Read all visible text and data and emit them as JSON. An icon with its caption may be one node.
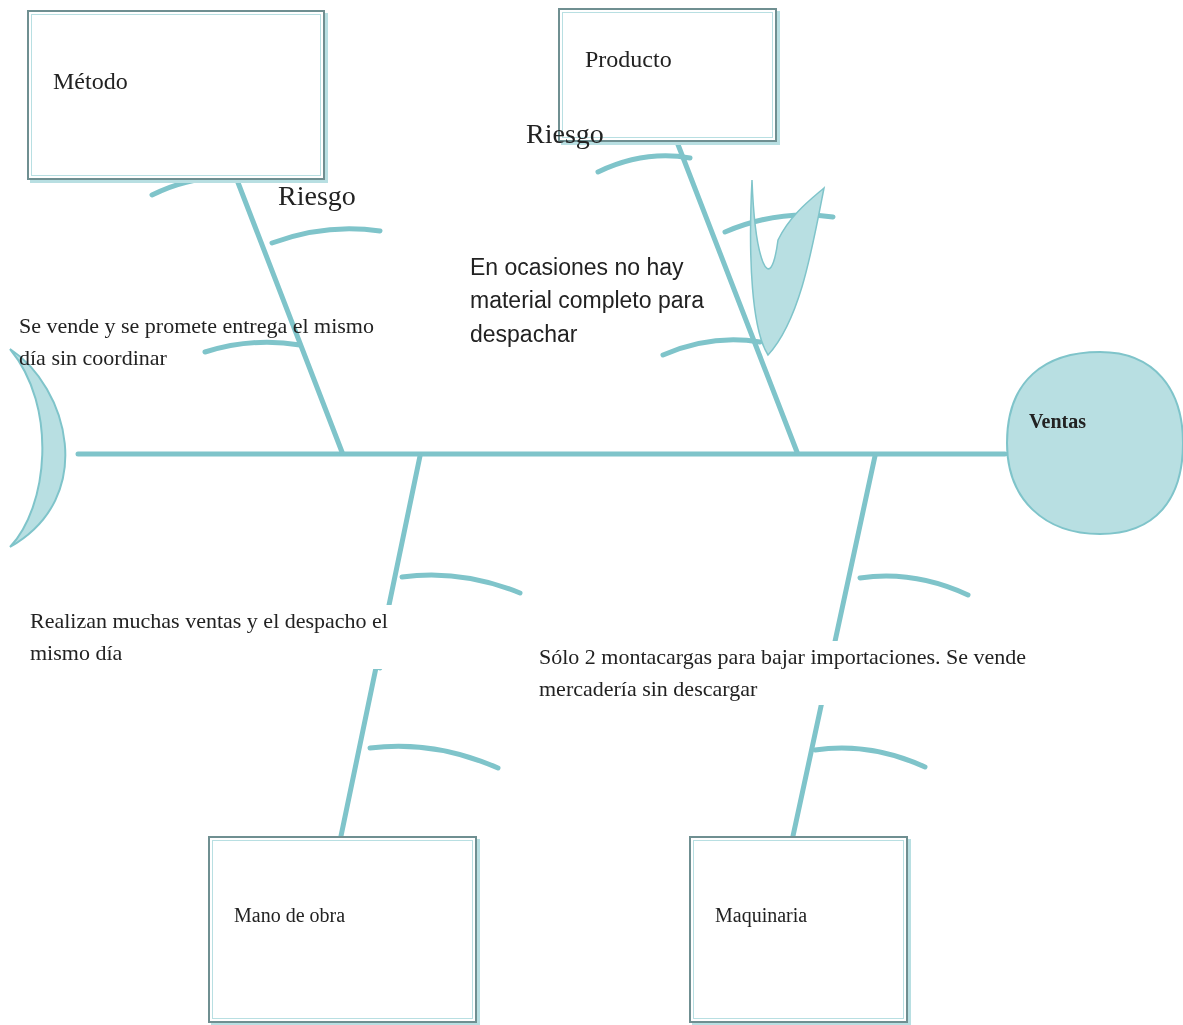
{
  "diagram": {
    "nodes": [
      {
        "text": [
          "Método"
        ]
      },
      {
        "text": [
          "Producto"
        ]
      },
      {
        "text": [
          "Mano de obra"
        ]
      },
      {
        "text": [
          "Maquinaria"
        ]
      },
      {
        "text": [
          "Ventas"
        ]
      },
      {
        "text": [],
        "shape": "crescent"
      }
    ],
    "edges": [
      {
        "from": 5,
        "to": 4,
        "arrow": "none"
      },
      {
        "from": 0,
        "to": null,
        "arrow": "none"
      },
      {
        "from": 1,
        "to": null,
        "arrow": "none"
      },
      {
        "from": 2,
        "to": null,
        "arrow": "none"
      },
      {
        "from": 3,
        "to": null,
        "arrow": "none"
      }
    ],
    "labels": [
      "Riesgo",
      "Riesgo",
      "En ocasiones no hay material completo para despachar",
      "Se vende y se promete entrega el mismo día sin coordinar",
      "Realizan muchas ventas y el despacho el mismo día",
      "Sólo 2 montacargas para bajar importaciones. Se vende mercadería sin descargar"
    ]
  }
}
